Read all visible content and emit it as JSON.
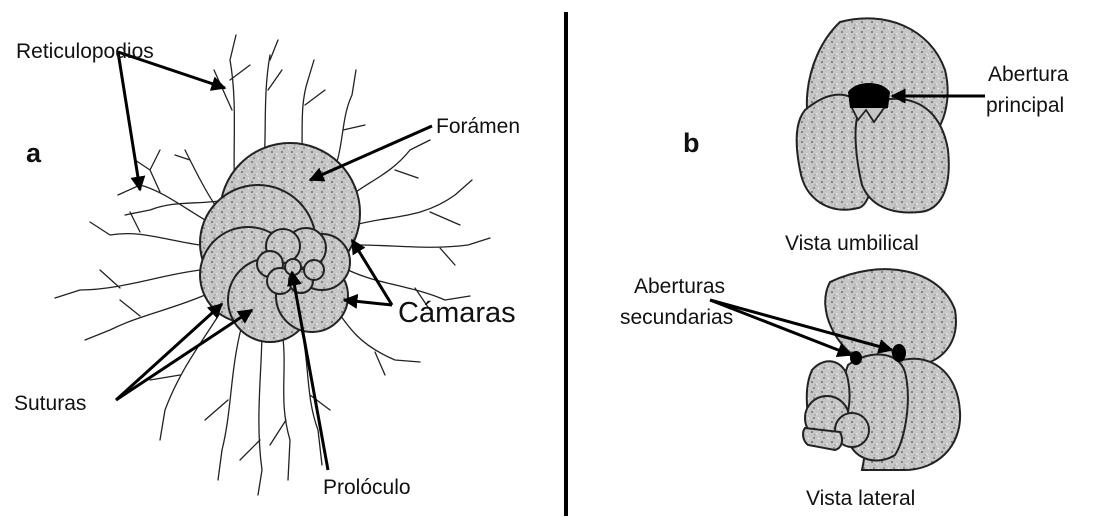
{
  "panel_a": {
    "letter": "a",
    "labels": {
      "reticulopodios": "Reticulopodios",
      "foramen": "Forámen",
      "camaras": "Cámaras",
      "suturas": "Suturas",
      "proloculo": "Prolóculo"
    }
  },
  "panel_b": {
    "letter": "b",
    "labels": {
      "abertura_line1": "Abertura",
      "abertura_line2": "principal",
      "vista_umbilical": "Vista umbilical",
      "aberturas_line1": "Aberturas",
      "aberturas_line2": "secundarias",
      "vista_lateral": "Vista lateral"
    }
  },
  "colors": {
    "ink": "#000000",
    "shell": "#c4c4c4",
    "background": "#ffffff"
  }
}
